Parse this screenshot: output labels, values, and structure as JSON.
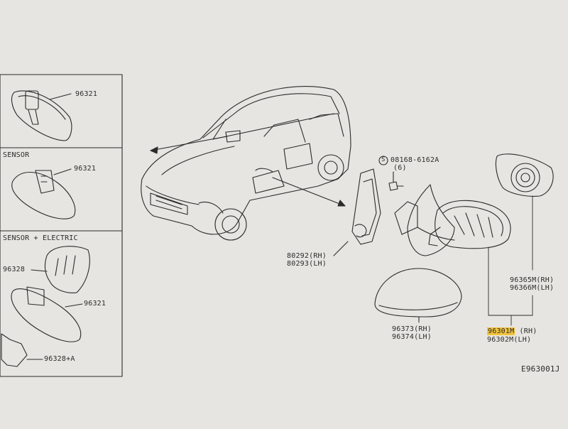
{
  "panels": [
    {
      "caption": "",
      "part": "96321"
    },
    {
      "caption": "SENSOR",
      "part": "96321"
    },
    {
      "caption": "SENSOR + ELECTRIC",
      "part": "96321",
      "part_extra_1": "96328",
      "part_extra_2": "96328+A"
    }
  ],
  "parts": {
    "bolt": {
      "line1": "08168-6162A",
      "line2": "(6)",
      "symbol": "S"
    },
    "cover": {
      "rh": "80292(RH)",
      "lh": "80293(LH)"
    },
    "cap": {
      "rh": "96373(RH)",
      "lh": "96374(LH)"
    },
    "glass": {
      "rh": "96365M(RH)",
      "lh": "96366M(LH)"
    },
    "assembly": {
      "rh_code": "96301M",
      "rh_suffix": " (RH)",
      "lh": "96302M(LH)"
    }
  },
  "diagram_code": "E963001J",
  "colors": {
    "paper": "#e6e5e1",
    "ink": "#2b2b2b",
    "highlight": "#f2c33c"
  }
}
